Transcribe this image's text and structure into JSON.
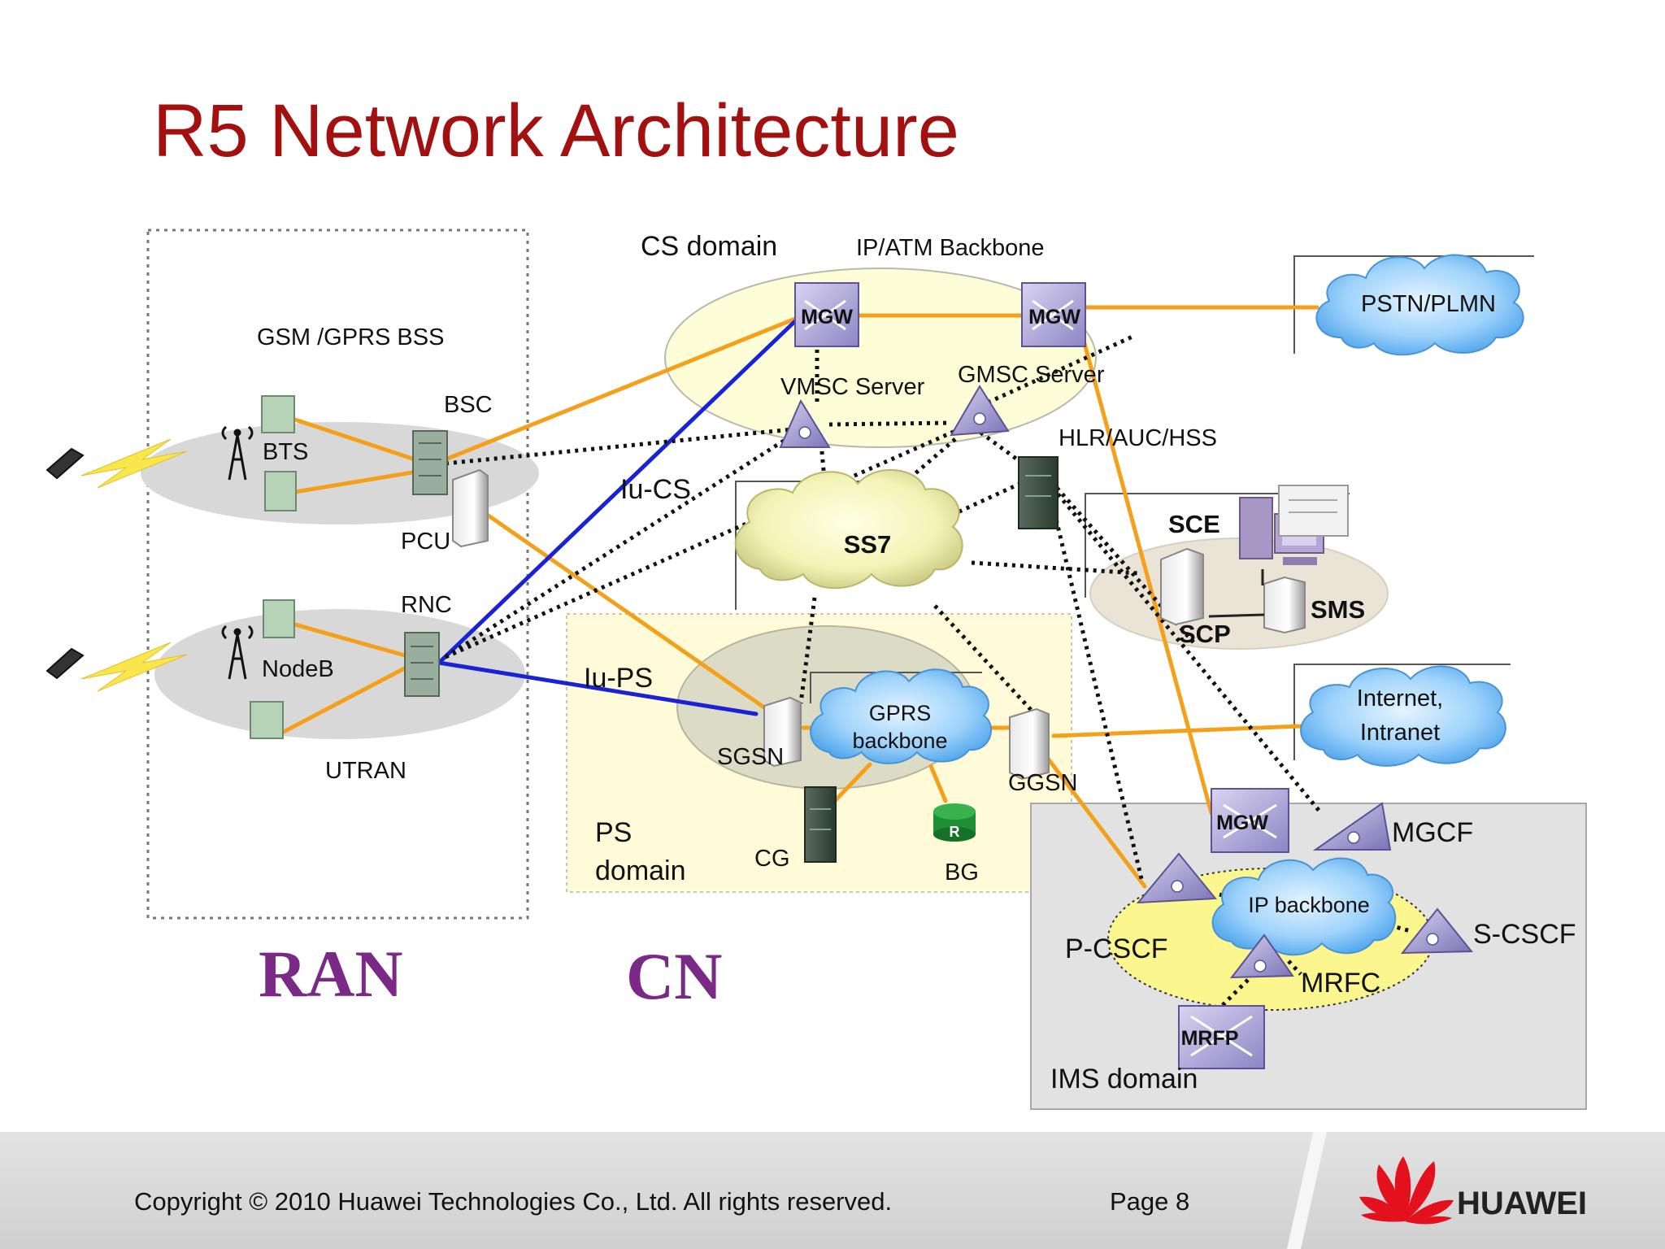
{
  "title": "R5 Network Architecture",
  "footer": {
    "copyright": "Copyright © 2010 Huawei Technologies Co., Ltd. All rights reserved.",
    "page": "Page 8",
    "brand": "HUAWEI"
  },
  "labels": {
    "cs_domain": "CS domain",
    "ip_atm_backbone": "IP/ATM Backbone",
    "gsm_gprs_bss": "GSM /GPRS  BSS",
    "bsc": "BSC",
    "bts": "BTS",
    "pcu": "PCU",
    "rnc": "RNC",
    "nodeb": "NodeB",
    "utran": "UTRAN",
    "mgw": "MGW",
    "vmsc_server": "VMSC Server",
    "gmsc_server": "GMSC Server",
    "hlr_auc_hss": "HLR/AUC/HSS",
    "pstn_plmn": "PSTN/PLMN",
    "iu_cs": "Iu-CS",
    "iu_ps": "Iu-PS",
    "ss7": "SS7",
    "sce": "SCE",
    "sms": "SMS",
    "scp": "SCP",
    "gprs_backbone_1": "GPRS",
    "gprs_backbone_2": "backbone",
    "sgsn": "SGSN",
    "ggsn": "GGSN",
    "internet_1": "Internet,",
    "internet_2": "Intranet",
    "ps_domain_1": "PS",
    "ps_domain_2": "domain",
    "cg": "CG",
    "bg": "BG",
    "bg_icon": "R",
    "mgcf": "MGCF",
    "ip_backbone": "IP backbone",
    "p_cscf": "P-CSCF",
    "s_cscf": "S-CSCF",
    "mrfc": "MRFC",
    "mrfp": "MRFP",
    "ims_domain": "IMS domain",
    "ran": "RAN",
    "cn": "CN"
  },
  "colors": {
    "title": "#a31010",
    "orange_link": "#f5a01a",
    "blue_link": "#1a22d6",
    "signal_link": "#111111",
    "ran_label": "#7a2a86",
    "brand_red": "#e3101e"
  }
}
